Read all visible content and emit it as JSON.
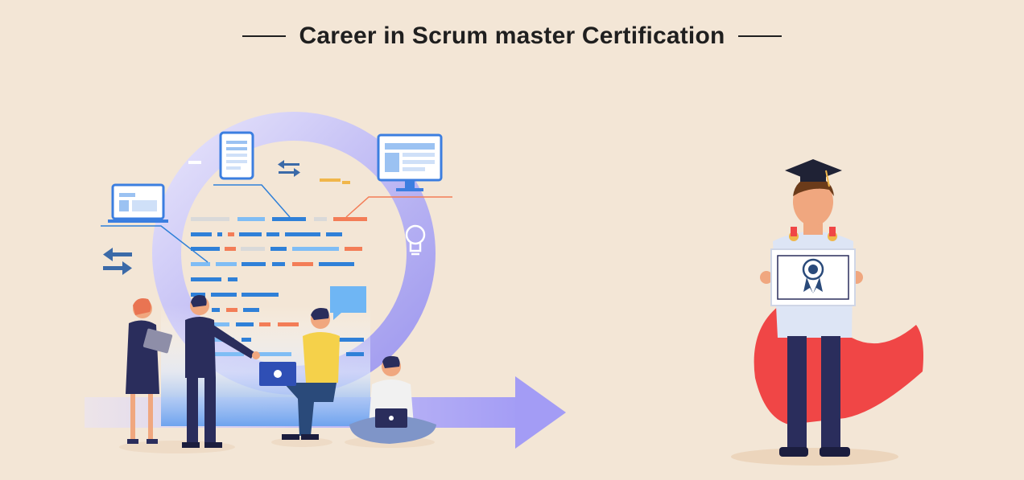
{
  "header": {
    "title": "Career in Scrum master Certification"
  },
  "illustration": {
    "left_scene": "scrum-team-cycle",
    "right_scene": "graduate-superhero-with-certificate",
    "icons": [
      "laptop-icon",
      "tablet-icon",
      "monitor-icon",
      "lightbulb-icon",
      "chat-bubble-icon",
      "arrows-icon",
      "graduation-cap-icon",
      "certificate-badge-icon"
    ]
  },
  "colors": {
    "background": "#f3e6d6",
    "cycle_ring": "#b8b4ef",
    "arrow": "#a9a4f5",
    "accent_blue": "#2f80d8",
    "accent_orange": "#f37d57",
    "cape_red": "#f04646",
    "navy": "#2a2d5c"
  }
}
